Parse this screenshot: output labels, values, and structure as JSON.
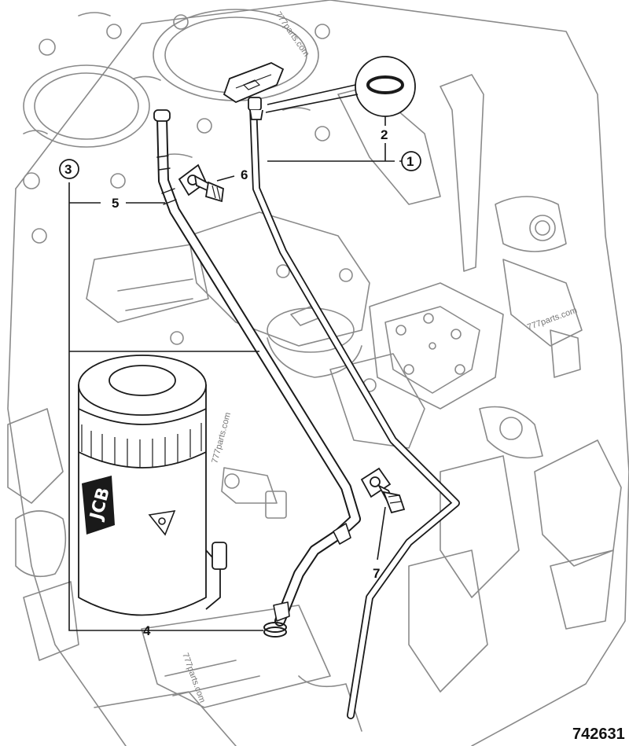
{
  "diagram": {
    "drawing_number": "742631",
    "watermark": "777parts.com",
    "filter_logo": "JCB",
    "callouts": [
      {
        "id": "1",
        "label": "1",
        "circled": true,
        "part": "dipstick-tube"
      },
      {
        "id": "2",
        "label": "2",
        "circled": false,
        "part": "o-ring-seal"
      },
      {
        "id": "3",
        "label": "3",
        "circled": true,
        "part": "dipstick-tube-assembly"
      },
      {
        "id": "4",
        "label": "4",
        "circled": false,
        "part": "tube-seal"
      },
      {
        "id": "5",
        "label": "5",
        "circled": false,
        "part": "tube"
      },
      {
        "id": "6",
        "label": "6",
        "circled": false,
        "part": "upper-bolt"
      },
      {
        "id": "7",
        "label": "7",
        "circled": false,
        "part": "lower-bolt"
      }
    ],
    "colors": {
      "line": "#1a1a1a",
      "engine_line": "#8a8a8a",
      "background": "#ffffff"
    }
  }
}
